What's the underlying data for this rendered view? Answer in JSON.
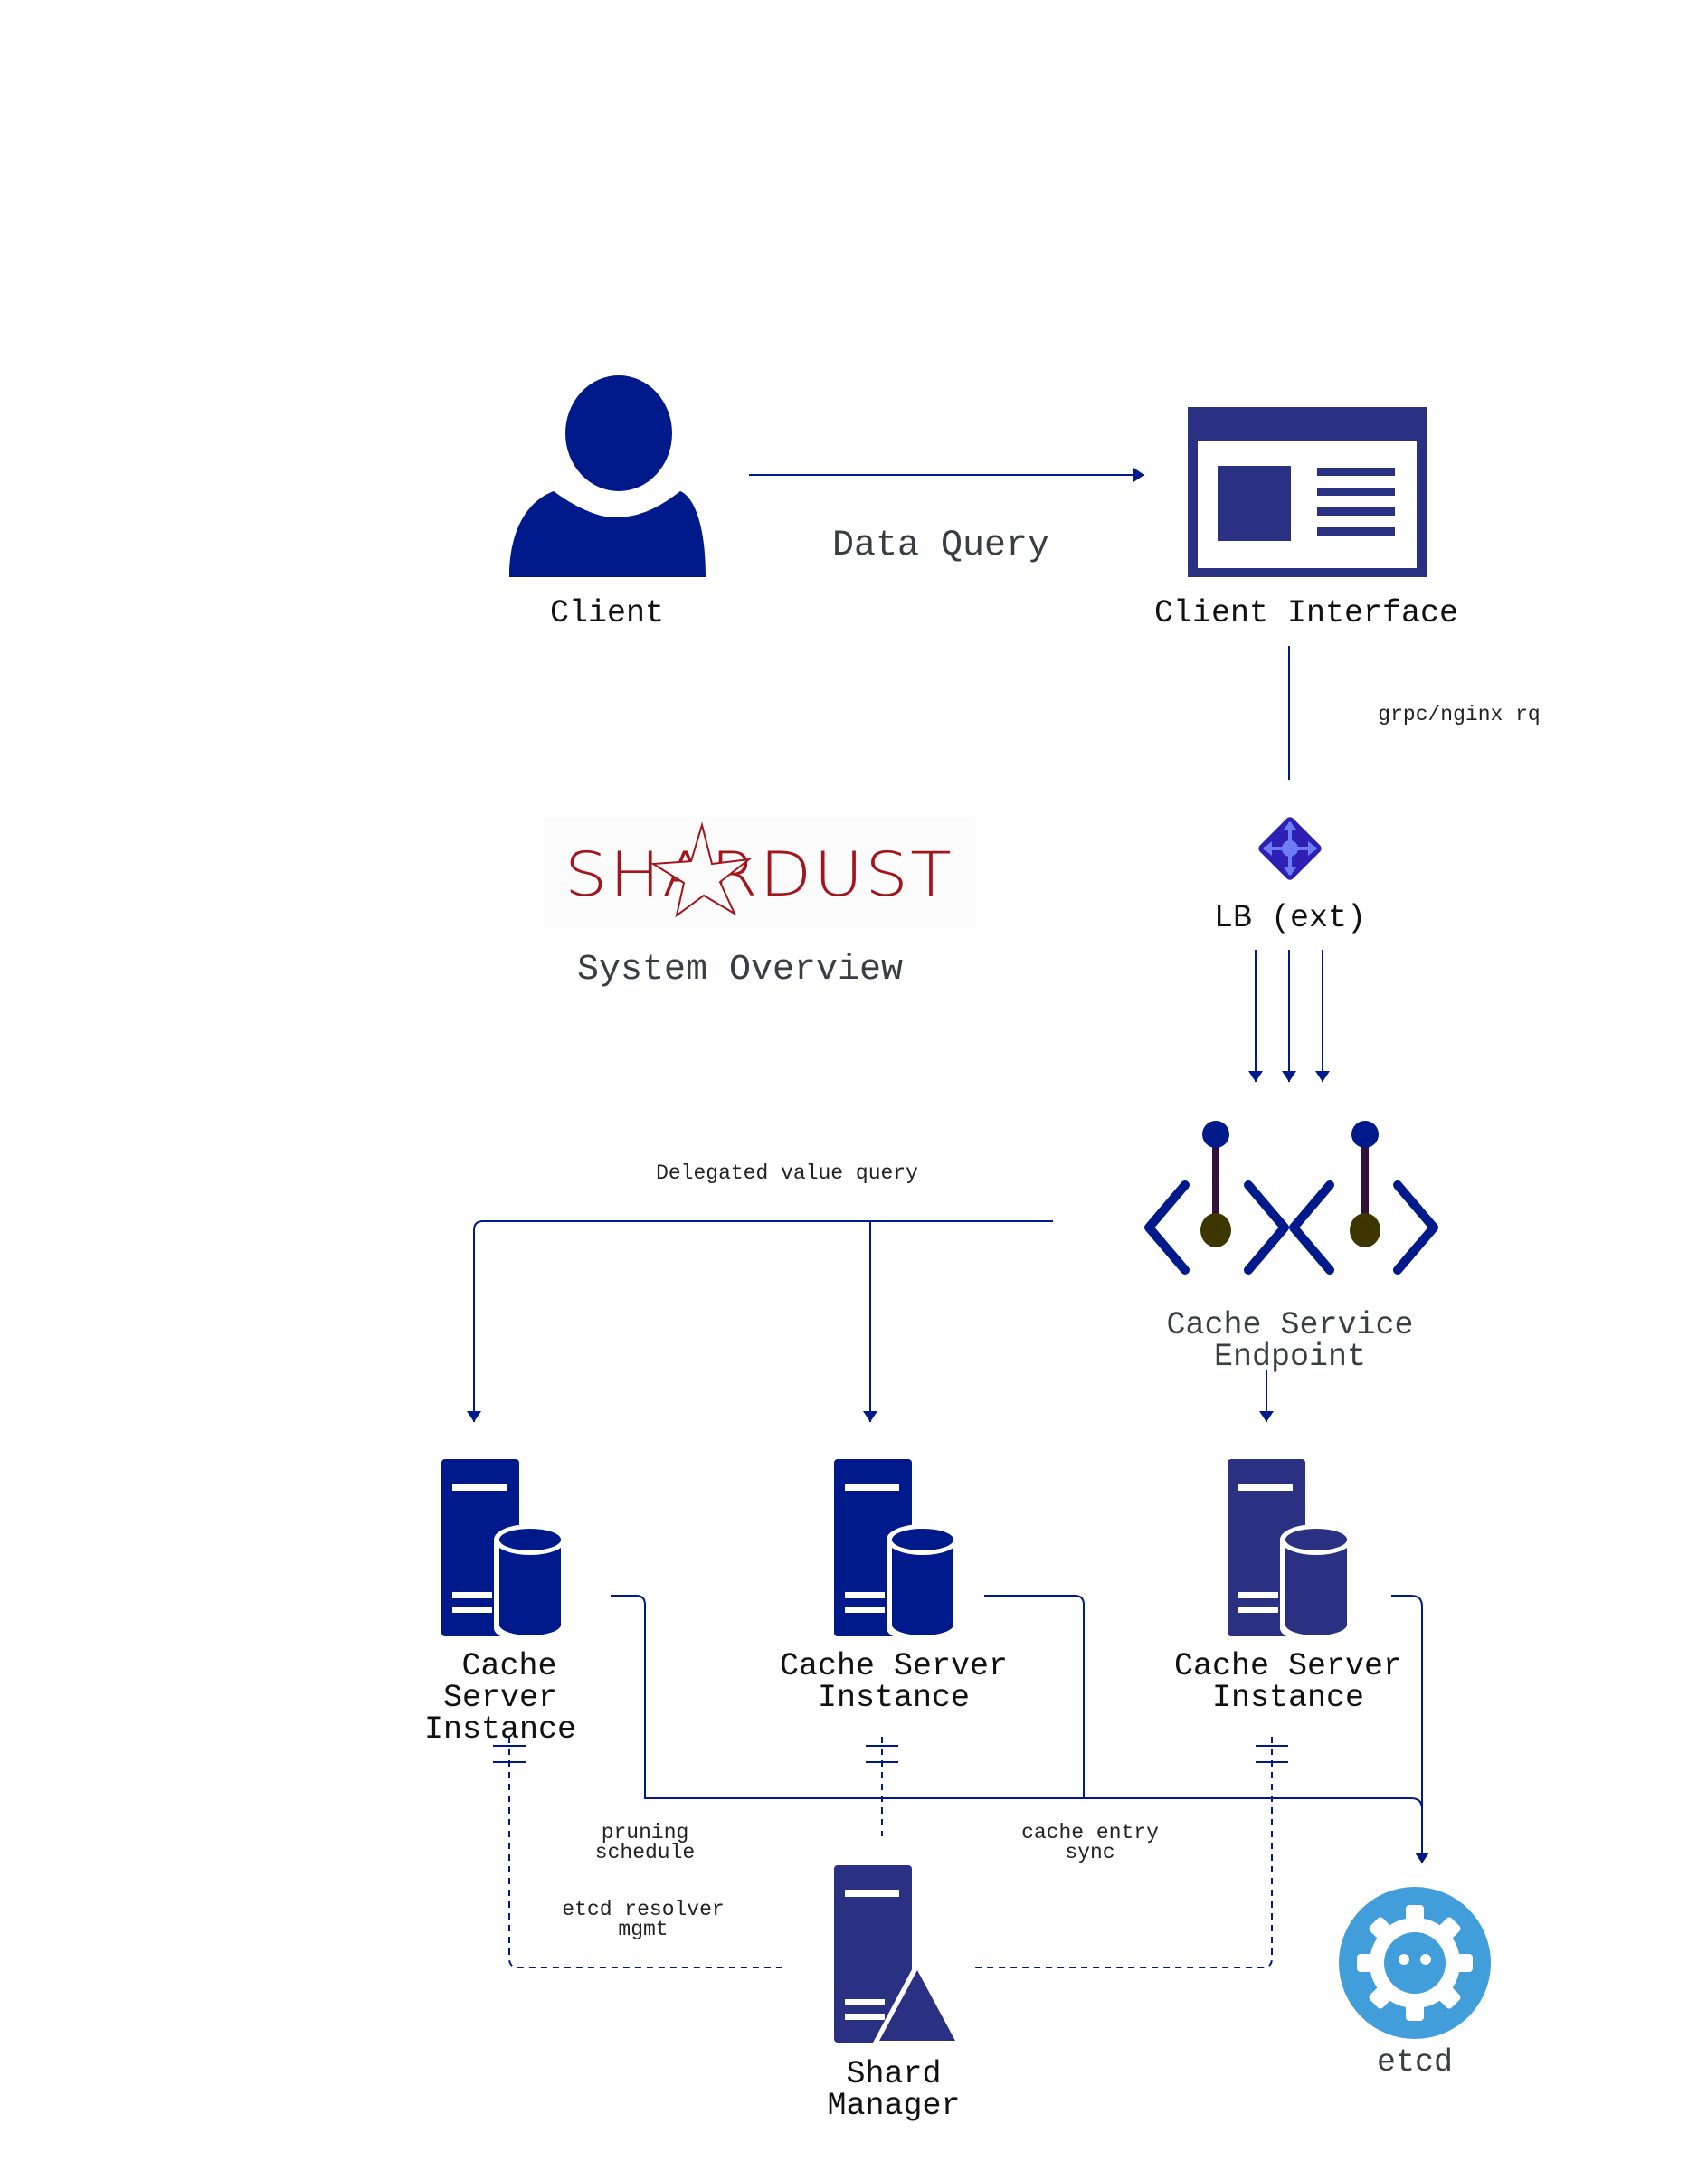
{
  "title": "System Overview",
  "logo_text": "SHARDUST",
  "colors": {
    "navy": "#001a8c",
    "navy_alt": "#2a3082",
    "lb_icon": "#2e1fb5",
    "endpoint_stick": "#33103a",
    "endpoint_knob": "#3d3600",
    "logo_red": "#a3141b",
    "etcd_blue": "#419eda",
    "line": "#001a8c"
  },
  "nodes": {
    "client": {
      "label": "Client",
      "icon": "user-icon"
    },
    "client_interface": {
      "label": "Client Interface",
      "icon": "browser-window-icon"
    },
    "lb": {
      "label": "LB (ext)",
      "icon": "load-balancer-icon"
    },
    "endpoint": {
      "label_line1": "Cache Service",
      "label_line2": "Endpoint",
      "icon": "service-endpoint-icon"
    },
    "cache1": {
      "label_line1": "Cache",
      "label_line2": "Server",
      "label_line3": "Instance",
      "icon": "server-database-icon"
    },
    "cache2": {
      "label_line1": "Cache Server",
      "label_line2": "Instance",
      "icon": "server-database-icon"
    },
    "cache3": {
      "label_line1": "Cache Server",
      "label_line2": "Instance",
      "icon": "server-database-icon"
    },
    "shard_manager": {
      "label_line1": "Shard",
      "label_line2": "Manager",
      "icon": "server-warning-icon"
    },
    "etcd": {
      "label": "etcd",
      "icon": "etcd-icon"
    }
  },
  "edges": {
    "data_query": "Data Query",
    "grpc": "grpc/nginx rq",
    "delegated": "Delegated value query",
    "pruning_line1": "pruning",
    "pruning_line2": "schedule",
    "resolver_line1": "etcd resolver",
    "resolver_line2": "mgmt",
    "sync_line1": "cache entry",
    "sync_line2": "sync"
  }
}
